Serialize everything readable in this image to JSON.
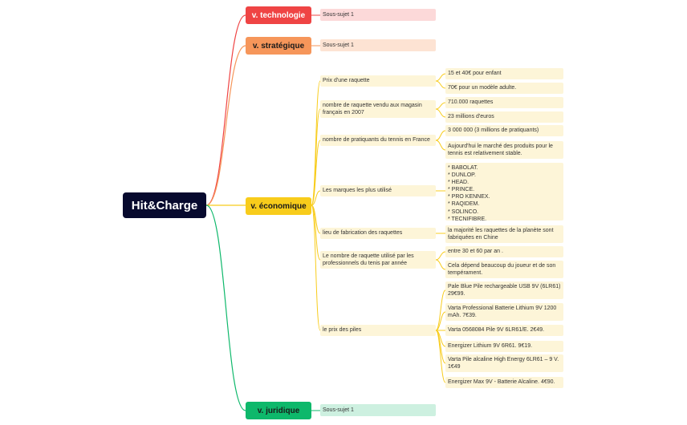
{
  "root": "Hit&Charge",
  "colors": {
    "root_bg": "#070a2e",
    "technologie": "#ef4444",
    "strategique": "#f6965a",
    "economique": "#f8cc1b",
    "juridique": "#0eb86b"
  },
  "branches": {
    "technologie": {
      "label": "v. technologie",
      "sub": "Sous-sujet 1"
    },
    "strategique": {
      "label": "v. stratégique",
      "sub": "Sous-sujet 1"
    },
    "economique": {
      "label": "v. économique",
      "topics": [
        {
          "label": "Prix d'une raquette",
          "leaves": [
            "15 et 40€ pour enfant",
            "70€ pour un modèle adulte."
          ]
        },
        {
          "label": "nombre de raquette vendu aux magasin français en 2007",
          "leaves": [
            "710.000 raquettes",
            "23 millions d'euros"
          ]
        },
        {
          "label": "nombre de pratiquants du tennis en France",
          "leaves": [
            "3 000 000 (3 millions de pratiquants)",
            "Aujourd'hui le marché des produits pour le tennis est relativement stable."
          ]
        },
        {
          "label": "Les marques les plus utilisé",
          "leaves": [
            "* BABOLAT.\n* DUNLOP.\n* HEAD.\n* PRINCE.\n* PRO KENNEX.\n* RAQIDEM.\n* SOLINCO.\n* TECNIFIBRE."
          ]
        },
        {
          "label": "lieu de fabrication des raquettes",
          "leaves": [
            "la majorité les raquettes de la planète sont fabriquées en Chine"
          ]
        },
        {
          "label": "Le nombre de raquette utilisé par les professionnels du tenis par année",
          "leaves": [
            "entre 30 et 60 par an .",
            "Cela dépend beaucoup du joueur et de son tempérament."
          ]
        },
        {
          "label": "le prix des piles",
          "leaves": [
            "Pale Blue Pile rechargeable USB 9V (6LR61) 29€99.",
            "Varta Professional Batterie Lithium 9V 1200 mAh. 7€39.",
            "Varta 0568084 Pile 9V 6LR61/E. 2€49.",
            "Energizer Lithium 9V 6R61. 9€19.",
            "Varta Pile alcaline High Energy 6LR61 – 9 V. 1€49",
            "Energizer Max 9V - Batterie Alcaline. 4€90."
          ]
        }
      ]
    },
    "juridique": {
      "label": "v. juridique",
      "sub": "Sous-sujet 1"
    }
  }
}
